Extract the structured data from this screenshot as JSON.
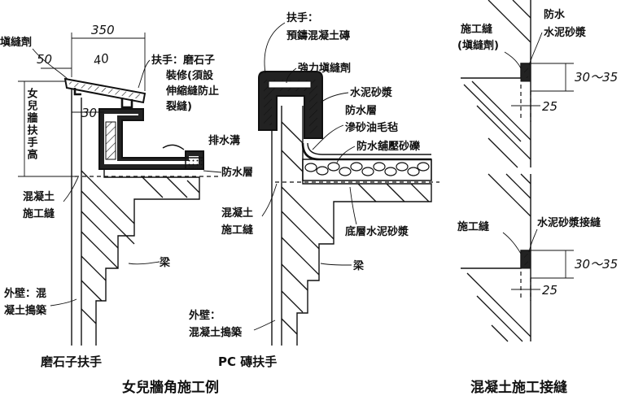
{
  "left_panel": {
    "caption": "磨石子扶手",
    "labels": {
      "sealant_fragment": "塡縫劑",
      "handrail_title": "扶手：磨石子",
      "handrail_note_1": "裝修(須設",
      "handrail_note_2": "伸縮縫防止",
      "handrail_note_3": "裂縫)",
      "parapet_height_1": "女兒牆扶手高",
      "drain": "排水溝",
      "waterproof": "防水層",
      "joint_1": "混凝土",
      "joint_2": "施工縫",
      "beam": "梁",
      "wall_1": "外壁：混",
      "wall_2": "凝土搗築"
    },
    "dims": {
      "width": "350",
      "lip": "50",
      "slope": "40",
      "offset": "30"
    }
  },
  "middle_panel": {
    "caption": "PC 磚扶手",
    "labels": {
      "handrail_1": "扶手：",
      "handrail_2": "預鑄混凝土磚",
      "sealant": "強力塡縫劑",
      "mortar": "水泥砂漿",
      "waterproof_1": "防水層",
      "waterproof_2": "滲砂油毛毡",
      "gravel": "防水舖壓砂礫",
      "joint_1": "混凝土",
      "joint_2": "施工縫",
      "base_mortar": "底層水泥砂漿",
      "beam": "梁",
      "wall_1": "外壁：",
      "wall_2": "混凝土搗築"
    }
  },
  "right_panel": {
    "caption": "混凝土施工接縫",
    "top": {
      "joint_1": "施工縫",
      "joint_2": "(塡縫劑)",
      "waterproof_1": "防水",
      "waterproof_2": "水泥砂漿",
      "dim_a": "30～35",
      "dim_b": "25"
    },
    "bottom": {
      "joint": "施工縫",
      "mortar_joint": "水泥砂漿接縫",
      "dim_a": "30～35",
      "dim_b": "25"
    }
  },
  "bottom_caption": "女兒牆角施工例"
}
